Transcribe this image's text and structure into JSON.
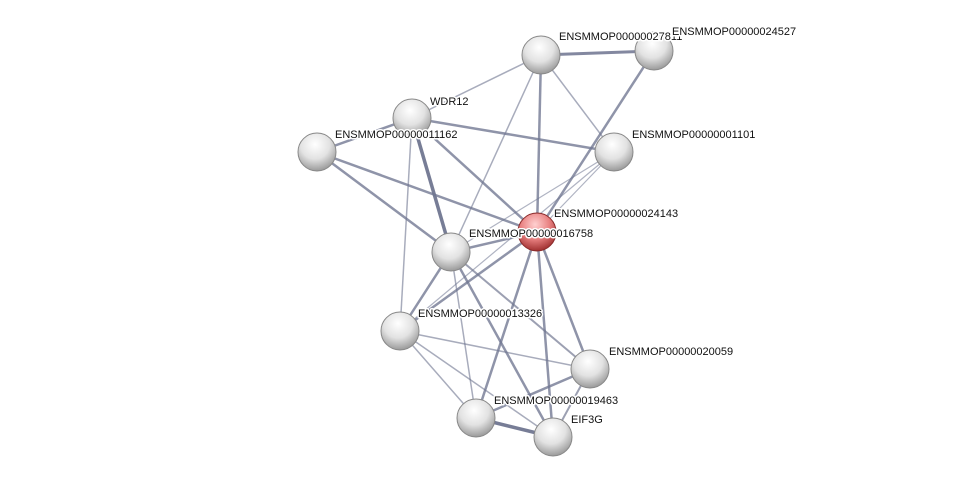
{
  "network": {
    "nodes": [
      {
        "id": "A",
        "label": "ENSMMOP00000027811",
        "query": false
      },
      {
        "id": "B",
        "label": "ENSMMOP00000024527",
        "query": false
      },
      {
        "id": "C",
        "label": "WDR12",
        "query": false
      },
      {
        "id": "D",
        "label": "ENSMMOP00000011162",
        "query": false
      },
      {
        "id": "E",
        "label": "ENSMMOP00000001101",
        "query": false
      },
      {
        "id": "F",
        "label": "ENSMMOP00000024143",
        "query": true
      },
      {
        "id": "G",
        "label": "ENSMMOP00000016758",
        "query": false
      },
      {
        "id": "H",
        "label": "ENSMMOP00000013326",
        "query": false
      },
      {
        "id": "I",
        "label": "ENSMMOP00000020059",
        "query": false
      },
      {
        "id": "J",
        "label": "ENSMMOP00000019463",
        "query": false
      },
      {
        "id": "K",
        "label": "EIF3G",
        "query": false
      }
    ],
    "edges": [
      [
        "A",
        "B",
        3
      ],
      [
        "A",
        "C",
        1.5
      ],
      [
        "A",
        "G",
        1.5
      ],
      [
        "A",
        "F",
        2.5
      ],
      [
        "A",
        "E",
        1.5
      ],
      [
        "B",
        "F",
        2.5
      ],
      [
        "C",
        "E",
        2.5
      ],
      [
        "C",
        "G",
        3.5
      ],
      [
        "C",
        "F",
        2.5
      ],
      [
        "C",
        "H",
        1.5
      ],
      [
        "D",
        "C",
        2.5
      ],
      [
        "D",
        "F",
        2.5
      ],
      [
        "D",
        "G",
        2.5
      ],
      [
        "E",
        "F",
        1.2
      ],
      [
        "E",
        "G",
        1.2
      ],
      [
        "E",
        "H",
        1.2
      ],
      [
        "F",
        "G",
        2.5
      ],
      [
        "F",
        "H",
        2.5
      ],
      [
        "F",
        "J",
        2.5
      ],
      [
        "F",
        "K",
        2.5
      ],
      [
        "F",
        "I",
        2.5
      ],
      [
        "G",
        "H",
        2.5
      ],
      [
        "G",
        "J",
        1.5
      ],
      [
        "G",
        "K",
        2.5
      ],
      [
        "G",
        "I",
        2
      ],
      [
        "H",
        "I",
        1.5
      ],
      [
        "H",
        "J",
        1.5
      ],
      [
        "H",
        "K",
        1.5
      ],
      [
        "J",
        "I",
        2.5
      ],
      [
        "J",
        "K",
        3.5
      ],
      [
        "I",
        "K",
        2
      ]
    ],
    "colors": {
      "edge": "#6f7590",
      "node": "#d8d8d8",
      "query_node": "#e07070"
    }
  }
}
